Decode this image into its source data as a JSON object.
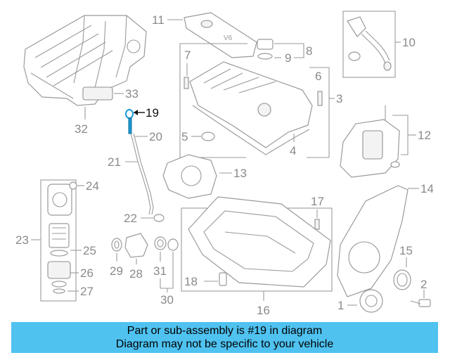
{
  "callouts": {
    "c1": "1",
    "c2": "2",
    "c3": "3",
    "c4": "4",
    "c5": "5",
    "c6": "6",
    "c7": "7",
    "c8": "8",
    "c9": "9",
    "c10": "10",
    "c11": "11",
    "c12": "12",
    "c13": "13",
    "c14": "14",
    "c15": "15",
    "c16": "16",
    "c17": "17",
    "c18": "18",
    "c19": "19",
    "c20": "20",
    "c21": "21",
    "c22": "22",
    "c23": "23",
    "c24": "24",
    "c25": "25",
    "c26": "26",
    "c27": "27",
    "c28": "28",
    "c29": "29",
    "c30": "30",
    "c31": "31",
    "c32": "32",
    "c33": "33"
  },
  "highlighted_part": "19",
  "part_text": {
    "cover_badge": "V6"
  },
  "banner": {
    "line1": "Part or sub-assembly is #19 in diagram",
    "line2": "Diagram may not be specific to your vehicle"
  },
  "colors": {
    "banner_bg": "#4fc2f0",
    "highlight": "#1a9bd7",
    "line": "#9a9a9a"
  }
}
